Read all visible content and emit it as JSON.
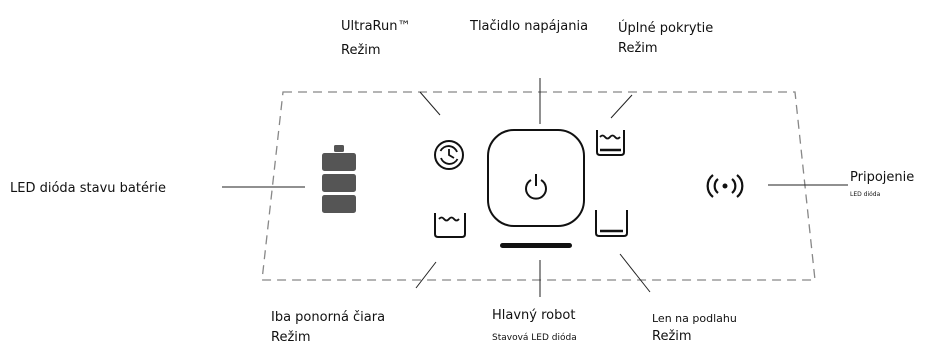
{
  "labels": {
    "ultrarun": {
      "line1": "UltraRun™",
      "line2": "Režim"
    },
    "power": "Tlačidlo napájania",
    "full_coverage": {
      "line1": "Úplné pokrytie",
      "line2": "Režim"
    },
    "battery": "LED dióda stavu batérie",
    "connection": {
      "title": "Pripojenie",
      "sub": "LED dióda"
    },
    "waterline": {
      "line1": "Iba ponorná čiara",
      "line2": "Režim"
    },
    "main_status": {
      "line1": "Hlavný robot",
      "line2": "Stavová LED dióda"
    },
    "floor_only": {
      "line1": "Len na podlahu",
      "line2": "Režim"
    }
  },
  "icons": {
    "battery": "battery-icon",
    "ultrarun": "ultrarun-mode-icon",
    "power": "power-icon",
    "full_coverage": "full-coverage-mode-icon",
    "waterline": "waterline-mode-icon",
    "floor_only": "floor-only-mode-icon",
    "connection": "connection-signal-icon"
  },
  "colors": {
    "ink": "#111111",
    "battery": "#555555",
    "outline": "#888888",
    "leader": "#222222"
  }
}
